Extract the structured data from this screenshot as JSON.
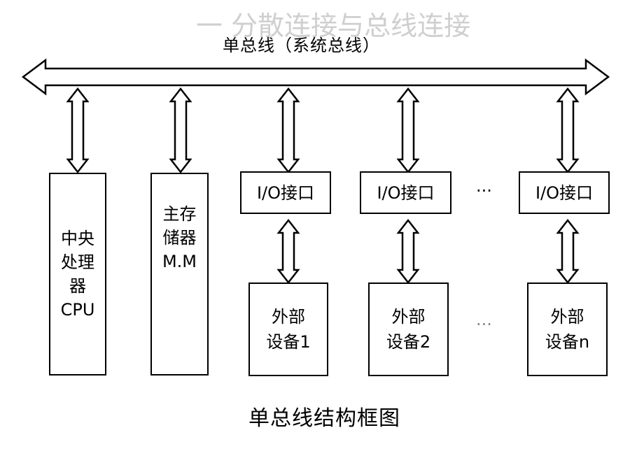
{
  "watermark": "一  分散连接与总线连接",
  "bus_label": "单总线（系统总线）",
  "cpu": {
    "lines": [
      "中央",
      "处理",
      "器",
      "CPU"
    ]
  },
  "memory": {
    "lines": [
      "主存",
      "储器",
      "M.M"
    ]
  },
  "io_label": "I/O接口",
  "devices": [
    {
      "line1": "外部",
      "line2": "设备1"
    },
    {
      "line1": "外部",
      "line2": "设备2"
    },
    {
      "line1": "外部",
      "line2": "设备n"
    }
  ],
  "ellipsis": "···",
  "caption": "单总线结构框图",
  "colors": {
    "stroke": "#000000",
    "watermark": "#cfcfcf",
    "background": "#ffffff"
  }
}
